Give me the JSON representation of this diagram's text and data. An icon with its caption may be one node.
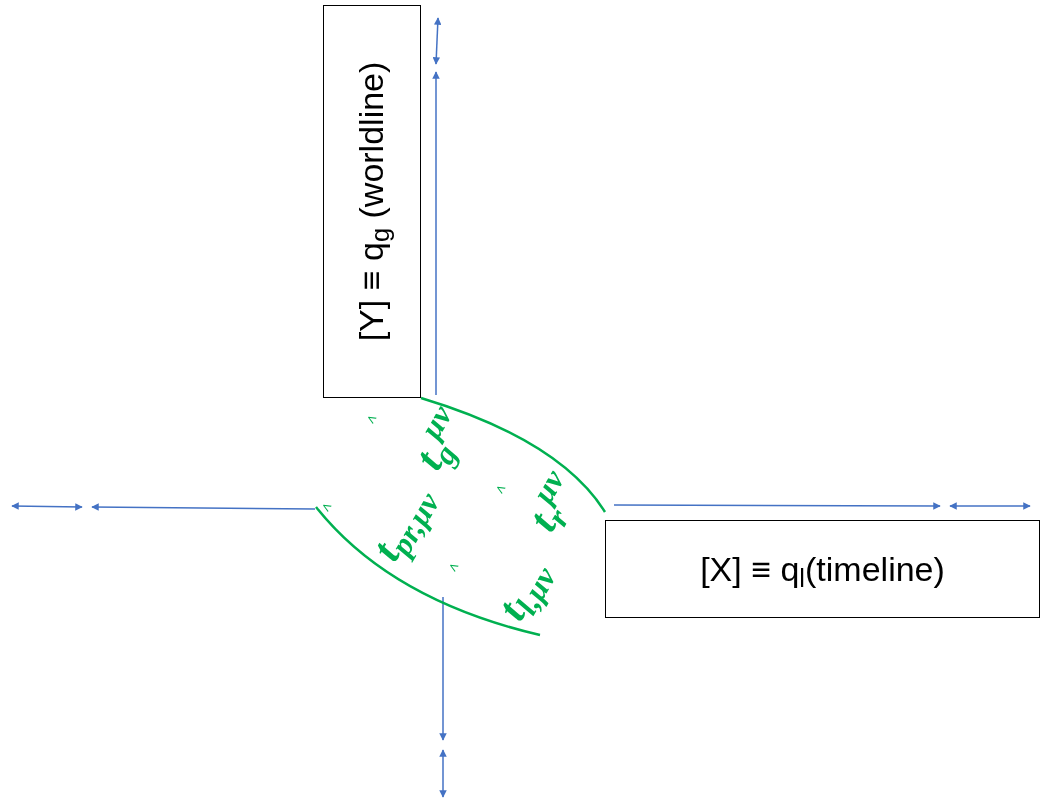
{
  "diagram": {
    "nodes": [
      {
        "text": [
          "[Y] ≡ q$_{g}$ (worldline)"
        ]
      },
      {
        "text": [
          "[X] ≡ q$_{l}$(timeline)"
        ]
      }
    ],
    "labels": [
      "^",
      "t$_{g}$$^{μν}$",
      "^",
      "t$_{pr,μν}$",
      "^",
      "t$_{r}$$^{μν}$",
      "^",
      "t$_{l,μν}$"
    ]
  }
}
